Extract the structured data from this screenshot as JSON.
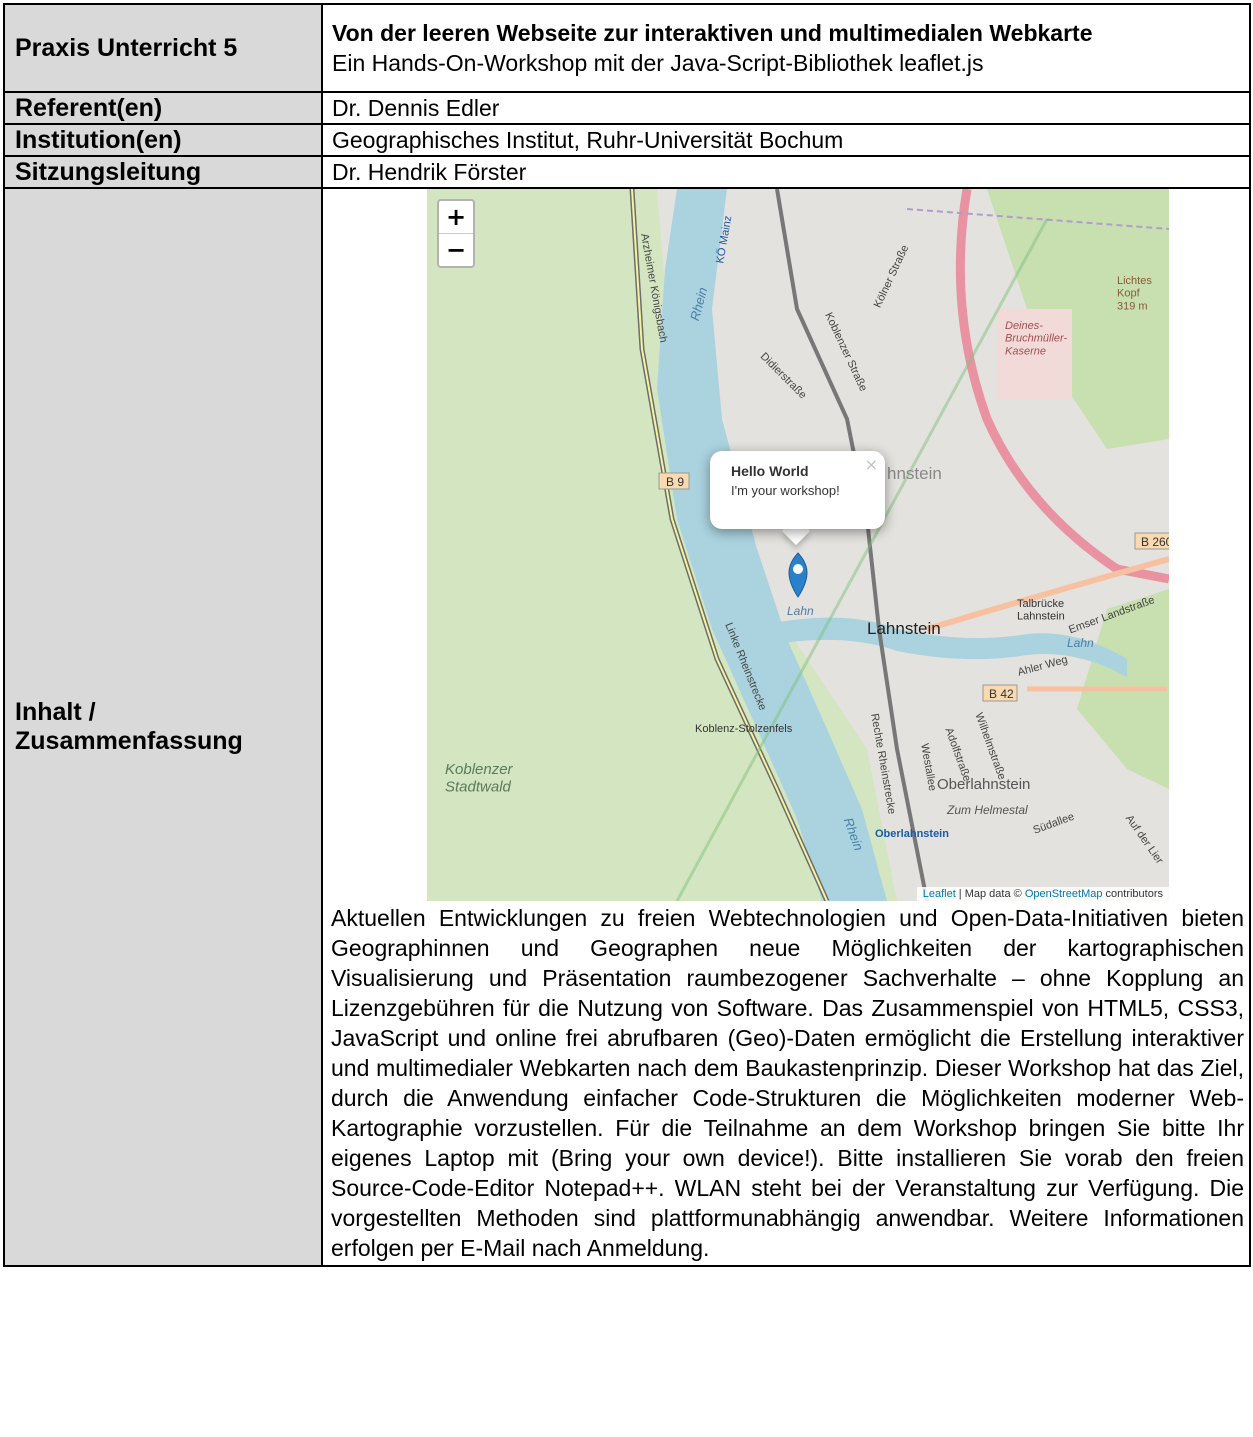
{
  "header": {
    "label": "Praxis Unterricht 5",
    "title": "Von der leeren Webseite zur interaktiven und multimedialen Webkarte",
    "subtitle": "Ein Hands-On-Workshop mit der Java-Script-Bibliothek leaflet.js"
  },
  "rows": [
    {
      "label": "Referent(en)",
      "value": "Dr. Dennis Edler"
    },
    {
      "label": "Institution(en)",
      "value": "Geographisches Institut, Ruhr-Universität Bochum"
    },
    {
      "label": "Sitzungsleitung",
      "value": "Dr. Hendrik Förster"
    }
  ],
  "content": {
    "label_line1": "Inhalt /",
    "label_line2": "Zusammenfassung",
    "abstract": "Aktuellen Entwicklungen zu freien Webtechnologien und Open-Data-Initiativen bieten Geographinnen und Geographen neue Möglichkeiten der kartographischen Visualisierung und Präsentation raumbezogener Sachverhalte – ohne Kopplung an Lizenzgebühren für die Nutzung von Software. Das Zusammenspiel von HTML5, CSS3, JavaScript und online frei abrufbaren (Geo)-Daten ermöglicht die Erstellung interaktiver und multimedialer Webkarten nach dem Baukastenprinzip. Dieser Workshop hat das Ziel, durch die Anwendung einfacher Code-Strukturen die Möglichkeiten moderner Web-Kartographie vorzustellen. Für die Teilnahme an dem Workshop bringen Sie bitte Ihr eigenes Laptop mit (Bring your own device!). Bitte installieren Sie vorab den freien Source-Code-Editor Notepad++. WLAN steht bei der Veranstaltung zur Verfügung. Die vorgestellten Methoden sind plattformunabhängig anwendbar. Weitere Informationen erfolgen per E-Mail nach Anmeldung."
  },
  "map": {
    "zoom_in": "+",
    "zoom_out": "−",
    "popup_title": "Hello World",
    "popup_text": "I'm your workshop!",
    "popup_close": "×",
    "attribution_leaflet": "Leaflet",
    "attribution_mid": " | Map data © ",
    "attribution_osm": "OpenStreetMap",
    "attribution_end": " contributors",
    "colors": {
      "forest": "#d7e9c4",
      "river": "#aad3df",
      "urban": "#e0dfdf",
      "motorway": "#e892a2",
      "marker": "#2a81cb"
    },
    "labels": {
      "b9": "B 9",
      "b260": "B 260",
      "b42": "B 42",
      "lahnstein": "Lahnstein",
      "lahnstein_faded": "hnstein",
      "oberlahnstein": "Oberlahnstein",
      "oberlahnstein_station": "Oberlahnstein",
      "koblenzer_stadtwald": "Koblenzer\nStadtwald",
      "koblenz_stolzenfels": "Koblenz-Stolzenfels",
      "deines": "Deines-\nBruchmüller-\nKaserne",
      "lichtes_kopf": "Lichtes\nKopf\n319 m",
      "rhein1": "Rhein",
      "rhein2": "Rhein",
      "lahn1": "Lahn",
      "lahn2": "Lahn",
      "koblenzer_strasse": "Koblenzer Straße",
      "koelner_strasse": "Kölner Straße",
      "didierstrasse": "Didierstraße",
      "linke_rheinstrecke": "Linke Rheinstrecke",
      "rechte_rheinstrecke": "Rechte Rheinstrecke",
      "arzheimer": "Arzheimer Königsbach",
      "talbruecke": "Talbrücke\nLahnstein",
      "emser": "Emser Landstraße",
      "ahler_weg": "Ahler Weg",
      "zum_helmestal": "Zum Helmestal",
      "suedallee": "Südallee",
      "wilhelmstrasse": "Wilhelmstraße",
      "adolfstrasse": "Adolfstraße",
      "westallee": "Westallee",
      "aufderlier": "Auf der Lier",
      "ko_mainz": "KÖ Mainz"
    }
  }
}
